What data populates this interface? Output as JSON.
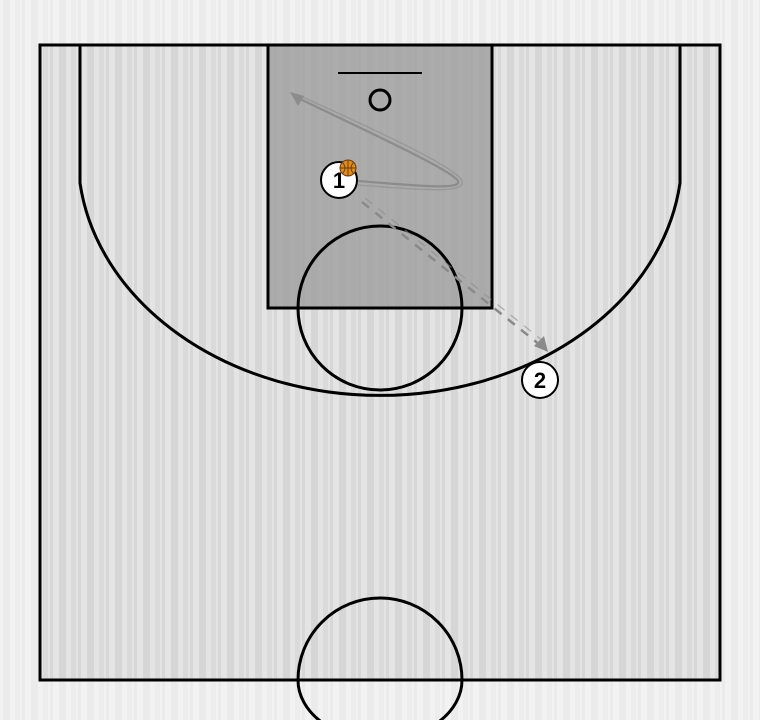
{
  "colors": {
    "floor_light": "#e4e4e4",
    "floor_dark": "#c9c9c9",
    "paint": "#9a9a9a",
    "line": "#000000",
    "movement_arrow": "#8c8c8c",
    "pass_arrow": "#8a8a8a",
    "ball": "#e08a1e",
    "player_fill": "#ffffff"
  },
  "players": [
    {
      "label": "1",
      "has_ball": true
    },
    {
      "label": "2",
      "has_ball": false
    }
  ],
  "actions": [
    {
      "type": "cut",
      "from_player": "1",
      "style": "solid-double-arrow"
    },
    {
      "type": "pass",
      "from_player": "1",
      "to_player": "2",
      "style": "dashed-arrow"
    }
  ],
  "icons": {
    "ball": "basketball-icon"
  }
}
